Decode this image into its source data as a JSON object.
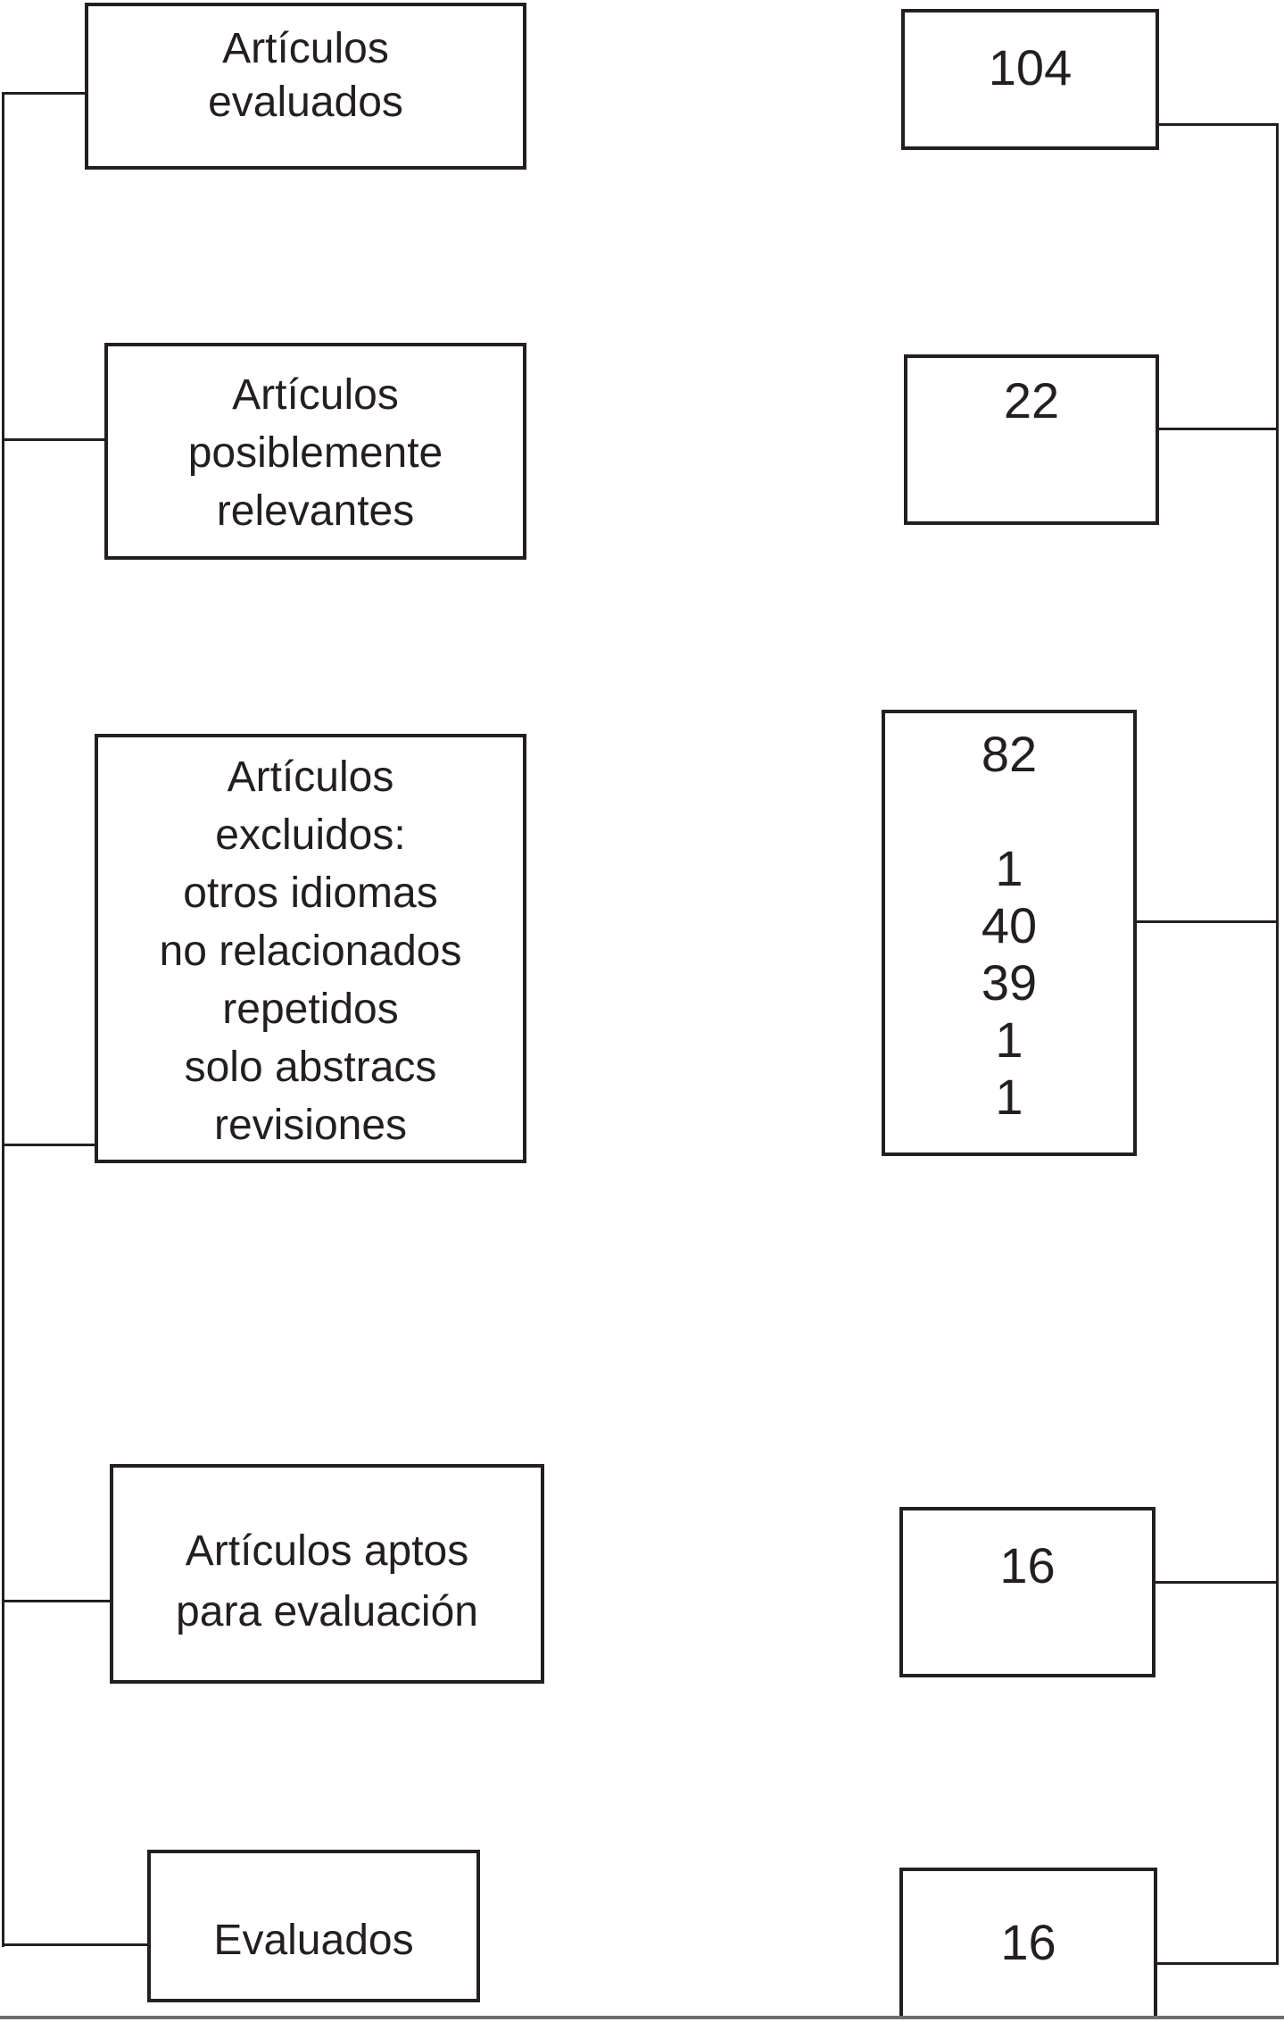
{
  "diagram": {
    "ink_color": "#231f20",
    "background_color": "#ffffff",
    "rows": [
      {
        "label_lines": [
          "Artículos",
          "evaluados"
        ],
        "count_lines": [
          "104"
        ]
      },
      {
        "label_lines": [
          "Artículos",
          "posiblemente",
          "relevantes"
        ],
        "count_lines": [
          "22"
        ]
      },
      {
        "label_lines": [
          "Artículos",
          "excluidos:",
          "otros idiomas",
          "no relacionados",
          "repetidos",
          "solo abstracs",
          "revisiones"
        ],
        "count_lines": [
          "82",
          "",
          "1",
          "40",
          "39",
          "1",
          "1"
        ]
      },
      {
        "label_lines": [
          "Artículos aptos",
          "para evaluación"
        ],
        "count_lines": [
          "16"
        ]
      },
      {
        "label_lines": [
          "Evaluados"
        ],
        "count_lines": [
          "16"
        ]
      }
    ],
    "counts": {
      "articulos_evaluados": 104,
      "articulos_posiblemente_relevantes": 22,
      "articulos_excluidos_total": 82,
      "excluidos_otros_idiomas": 1,
      "excluidos_no_relacionados": 40,
      "excluidos_repetidos": 39,
      "excluidos_solo_abstracs": 1,
      "excluidos_revisiones": 1,
      "articulos_aptos_para_evaluacion": 16,
      "evaluados": 16
    }
  }
}
